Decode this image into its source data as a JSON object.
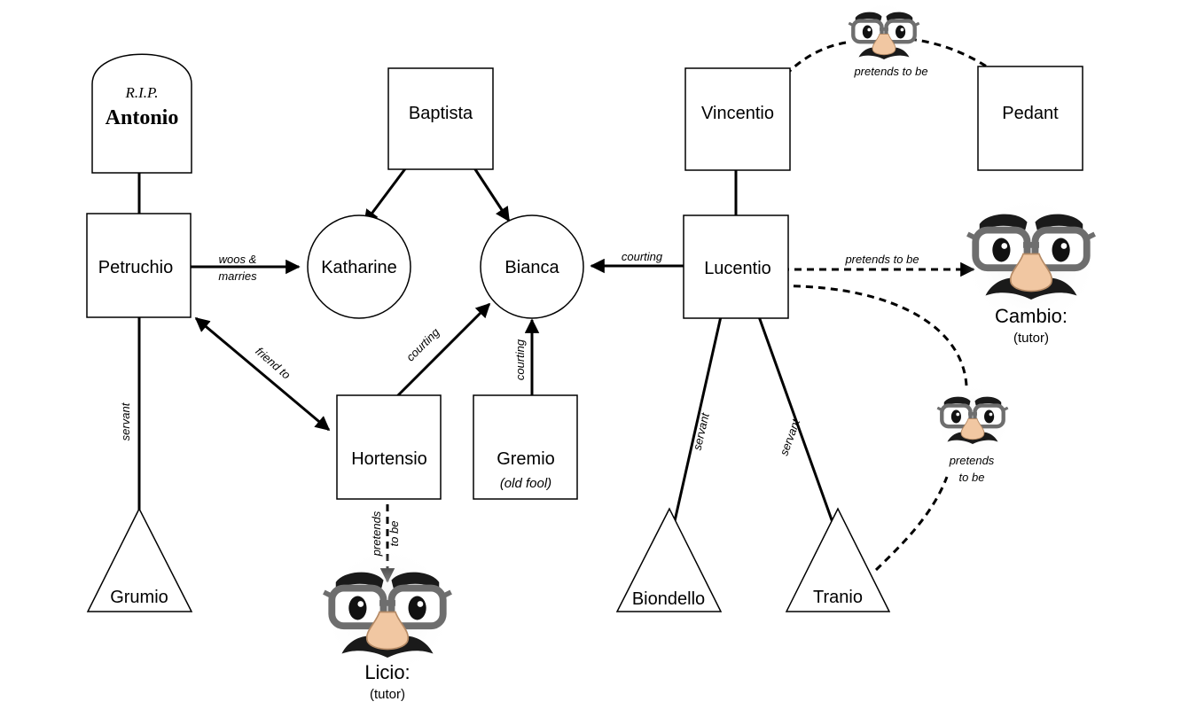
{
  "nodes": {
    "antonio": {
      "epitaph": "R.I.P.",
      "name": "Antonio"
    },
    "baptista": {
      "name": "Baptista"
    },
    "vincentio": {
      "name": "Vincentio"
    },
    "pedant": {
      "name": "Pedant"
    },
    "petruchio": {
      "name": "Petruchio"
    },
    "katharine": {
      "name": "Katharine"
    },
    "bianca": {
      "name": "Bianca"
    },
    "lucentio": {
      "name": "Lucentio"
    },
    "hortensio": {
      "name": "Hortensio"
    },
    "gremio": {
      "name": "Gremio",
      "note": "(old fool)"
    },
    "grumio": {
      "name": "Grumio"
    },
    "biondello": {
      "name": "Biondello"
    },
    "tranio": {
      "name": "Tranio"
    },
    "licio": {
      "name": "Licio:",
      "role": "(tutor)"
    },
    "cambio": {
      "name": "Cambio:",
      "role": "(tutor)"
    }
  },
  "edges": {
    "petruchio_katharine_1": "woos &",
    "petruchio_katharine_2": "marries",
    "petruchio_hortensio": "friend to",
    "petruchio_grumio": "servant",
    "hortensio_bianca": "courting",
    "gremio_bianca": "courting",
    "lucentio_bianca": "courting",
    "lucentio_cambio": "pretends to be",
    "lucentio_biondello": "servant",
    "lucentio_tranio": "servant",
    "pedant_vincentio": "pretends to be",
    "hortensio_licio_1": "pretends",
    "hortensio_licio_2": "to be",
    "tranio_lucentio_1": "pretends",
    "tranio_lucentio_2": "to be"
  },
  "icons": {
    "disguise": "groucho-glasses-icon",
    "tombstone": "tombstone-shape"
  }
}
